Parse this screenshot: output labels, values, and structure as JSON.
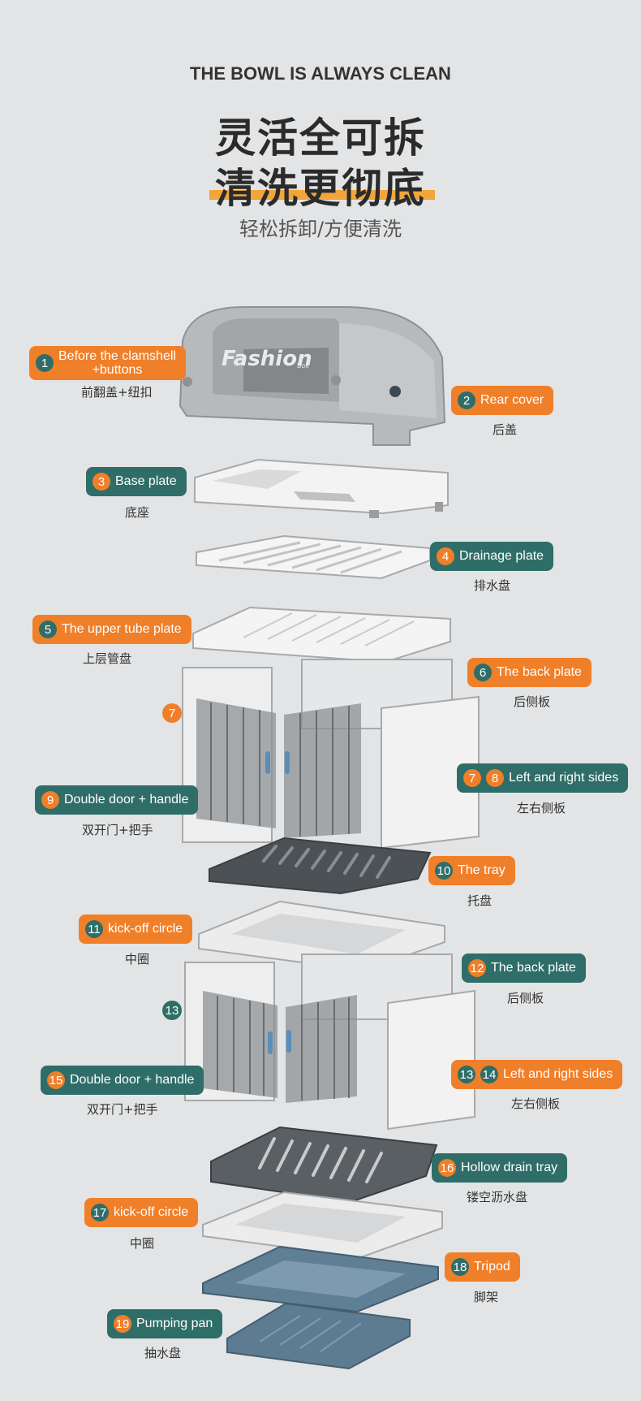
{
  "header": {
    "en_title": "THE BOWL IS ALWAYS CLEAN",
    "cn_line1": "灵活全可拆",
    "cn_line2": "清洗更彻底",
    "cn_sub": "轻松拆卸/方便清洗",
    "highlight_color": "#f2a53a"
  },
  "colors": {
    "orange": "#f07f2a",
    "teal": "#2f6e68",
    "background": "#e3e4e5"
  },
  "cover_brand": {
    "main": "Fashion",
    "small": "Box"
  },
  "parts": [
    {
      "num": "1",
      "en_line1": "Before the clamshell",
      "en_line2": "+buttons",
      "cn": "前翻盖+纽扣"
    },
    {
      "num": "2",
      "en": "Rear cover",
      "cn": "后盖"
    },
    {
      "num": "3",
      "en": "Base plate",
      "cn": "底座"
    },
    {
      "num": "4",
      "en": "Drainage plate",
      "cn": "排水盘"
    },
    {
      "num": "5",
      "en": "The upper tube plate",
      "cn": "上层管盘"
    },
    {
      "num": "6",
      "en": "The back plate",
      "cn": "后侧板"
    },
    {
      "num": "7",
      "num2": "8",
      "en": "Left and right sides",
      "cn": "左右侧板"
    },
    {
      "num": "9",
      "en": "Double door + handle",
      "cn": "双开门+把手"
    },
    {
      "num": "10",
      "en": "The tray",
      "cn": "托盘"
    },
    {
      "num": "11",
      "en": "kick-off circle",
      "cn": "中圈"
    },
    {
      "num": "12",
      "en": "The back plate",
      "cn": "后侧板"
    },
    {
      "num": "13",
      "num2": "14",
      "en": "Left and right sides",
      "cn": "左右侧板"
    },
    {
      "num": "15",
      "en": "Double door + handle",
      "cn": "双开门+把手"
    },
    {
      "num": "16",
      "en": "Hollow drain tray",
      "cn": "镂空沥水盘"
    },
    {
      "num": "17",
      "en": "kick-off circle",
      "cn": "中圈"
    },
    {
      "num": "18",
      "en": "Tripod",
      "cn": "脚架"
    },
    {
      "num": "19",
      "en": "Pumping pan",
      "cn": "抽水盘"
    }
  ],
  "side_badges": {
    "left_7": "7",
    "left_13": "13"
  }
}
